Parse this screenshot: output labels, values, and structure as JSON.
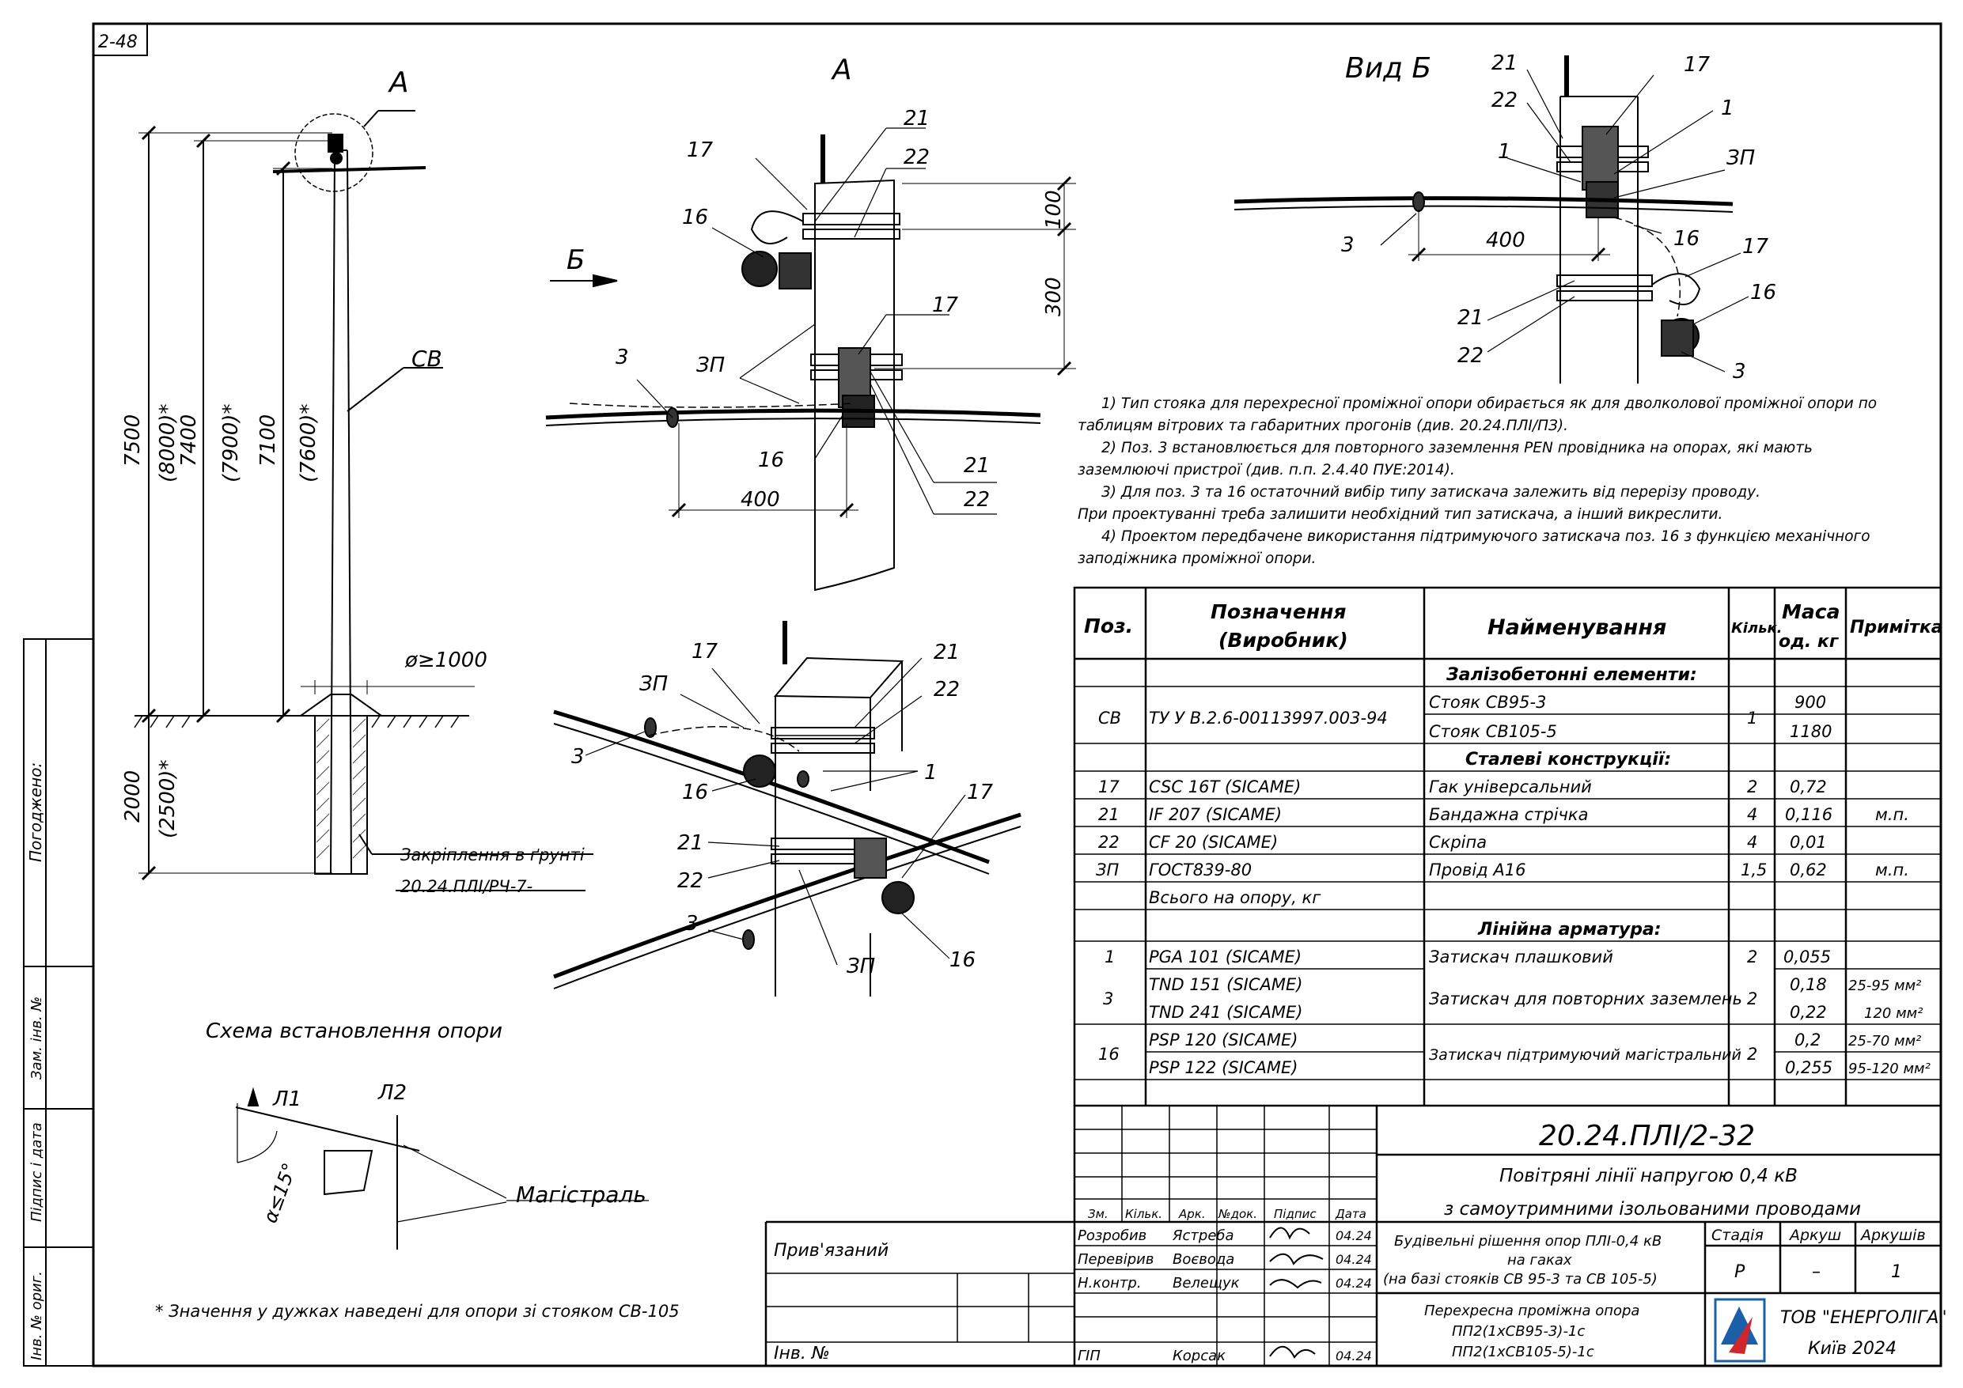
{
  "sheet_code": "2-48",
  "views": {
    "view_a_left": "А",
    "view_a_detail": "А",
    "view_b": "Вид Б",
    "arrow_b": "Б",
    "schema_title": "Схема встановлення опори"
  },
  "pole_dims": {
    "d7500": "7500",
    "d8000": "(8000)*",
    "d7400": "7400",
    "d7900": "(7900)*",
    "d7100": "7100",
    "d7600": "(7600)*",
    "d2000": "2000",
    "d2500": "(2500)*",
    "phi": "ø≥1000",
    "pole_label": "СВ",
    "ground_fix": "Закріплення в ґрунті",
    "ground_doc": "20.24.ПЛІ/РЧ-7-"
  },
  "detail_dims": {
    "d100": "100",
    "d300": "300",
    "d400a": "400",
    "d400b": "400"
  },
  "callouts": {
    "c1": "1",
    "c3": "3",
    "c16": "16",
    "c17": "17",
    "c21": "21",
    "c22": "22",
    "c3p": "ЗП"
  },
  "schema": {
    "l1": "Л1",
    "l2": "Л2",
    "angle": "α≤15°",
    "main": "Магістраль"
  },
  "footnote": "* Значення у дужках наведені для опори зі стояком СВ-105",
  "left_strip": {
    "agreed": "Погоджено:",
    "inv_zam": "Зам. інв. №",
    "sign_date": "Підпис і дата",
    "inv_orig": "Інв. № ориг."
  },
  "notes": [
    "1) Тип стояка для перехресної проміжної опори обирається як для дволколової проміжної опори по",
    "таблицям вітрових та габаритних прогонів (див. 20.24.ПЛІ/ПЗ).",
    "2) Поз. 3 встановлюється для повторного заземлення PEN провідника на опорах, які мають",
    "заземлюючі пристрої (див. п.п. 2.4.40 ПУЕ:2014).",
    "3) Для поз. 3 та 16 остаточний вибір типу затискача залежить від перерізу проводу.",
    "При проектуванні треба залишити необхідний тип затискача, а інший викреслити.",
    "4) Проектом передбачене використання підтримуючого затискача поз. 16 з функцією механічного",
    "заподіжника проміжної опори."
  ],
  "spec": {
    "headers": {
      "pos": "Поз.",
      "designation": "Позначення (Виробник)",
      "name": "Найменування",
      "qty": "Кільк.",
      "mass": "Маса од. кг",
      "note": "Примітка"
    },
    "sections": {
      "s1": "Залізобетонні елементи:",
      "s2": "Сталеві конструкції:",
      "s3": "Лінійна арматура:"
    },
    "cb": {
      "pos": "СВ",
      "designation": "ТУ У В.2.6-00113997.003-94",
      "qty": "1",
      "name1": "Стояк СВ95-3",
      "mass1": "900",
      "name2": "Стояк СВ105-5",
      "mass2": "1180"
    },
    "rows_steel": [
      {
        "pos": "17",
        "designation": "CSC 16T (SICAME)",
        "name": "Гак універсальний",
        "qty": "2",
        "mass": "0,72",
        "note": ""
      },
      {
        "pos": "21",
        "designation": "IF 207 (SICAME)",
        "name": "Бандажна стрічка",
        "qty": "4",
        "mass": "0,116",
        "note": "м.п."
      },
      {
        "pos": "22",
        "designation": "CF 20 (SICAME)",
        "name": "Скріпа",
        "qty": "4",
        "mass": "0,01",
        "note": ""
      },
      {
        "pos": "ЗП",
        "designation": "ГОСТ839-80",
        "name": "Провід А16",
        "qty": "1,5",
        "mass": "0,62",
        "note": "м.п."
      }
    ],
    "total": "Всього на опору, кг",
    "row_1": {
      "pos": "1",
      "designation": "PGA 101 (SICAME)",
      "name": "Затискач плашковий",
      "qty": "2",
      "mass": "0,055",
      "note": ""
    },
    "row_3": {
      "pos": "3",
      "d1": "TND 151 (SICAME)",
      "d2": "TND 241 (SICAME)",
      "name": "Затискач для повторних заземлень",
      "qty": "2",
      "m1": "0,18",
      "m2": "0,22",
      "n1": "25-95 мм²",
      "n2": "120 мм²"
    },
    "row_16": {
      "pos": "16",
      "d1": "PSP 120 (SICAME)",
      "d2": "PSP 122 (SICAME)",
      "name": "Затискач підтримуючий магістральний",
      "qty": "2",
      "m1": "0,2",
      "m2": "0,255",
      "n1": "25-70 мм²",
      "n2": "95-120 мм²"
    }
  },
  "title_block": {
    "code": "20.24.ПЛІ/2-32",
    "title1": "Повітряні лінії напругою 0,4 кВ",
    "title2": "з самоутримними ізольованими проводами",
    "desc1": "Будівельні рішення опор ПЛІ-0,4 кВ",
    "desc2": "на гаках",
    "desc3": "(на базі стояків СВ 95-3 та СВ 105-5)",
    "sheet_name1": "Перехресна проміжна опора",
    "sheet_name2": "ПП2(1хСВ95-3)-1с",
    "sheet_name3": "ПП2(1хСВ105-5)-1с",
    "stage_label": "Стадія",
    "sheet_label": "Аркуш",
    "sheets_label": "Аркушів",
    "stage": "Р",
    "sheet": "–",
    "sheets": "1",
    "company": "ТОВ \"ЕНЕРГОЛІГА\"",
    "city": "Київ 2024",
    "bound": "Прив'язаний",
    "inv": "Інв. №",
    "cols": {
      "zm": "Зм.",
      "kilk": "Кільк.",
      "ark": "Арк.",
      "ndok": "№док.",
      "pidpys": "Підпис",
      "data": "Дата"
    },
    "people": [
      {
        "role": "Розробив",
        "name": "Ястреба",
        "date": "04.24"
      },
      {
        "role": "Перевірив",
        "name": "Воєвода",
        "date": "04.24"
      },
      {
        "role": "Н.контр.",
        "name": "Велещук",
        "date": "04.24"
      },
      {
        "role": "ГІП",
        "name": "Корсак",
        "date": "04.24"
      }
    ]
  }
}
